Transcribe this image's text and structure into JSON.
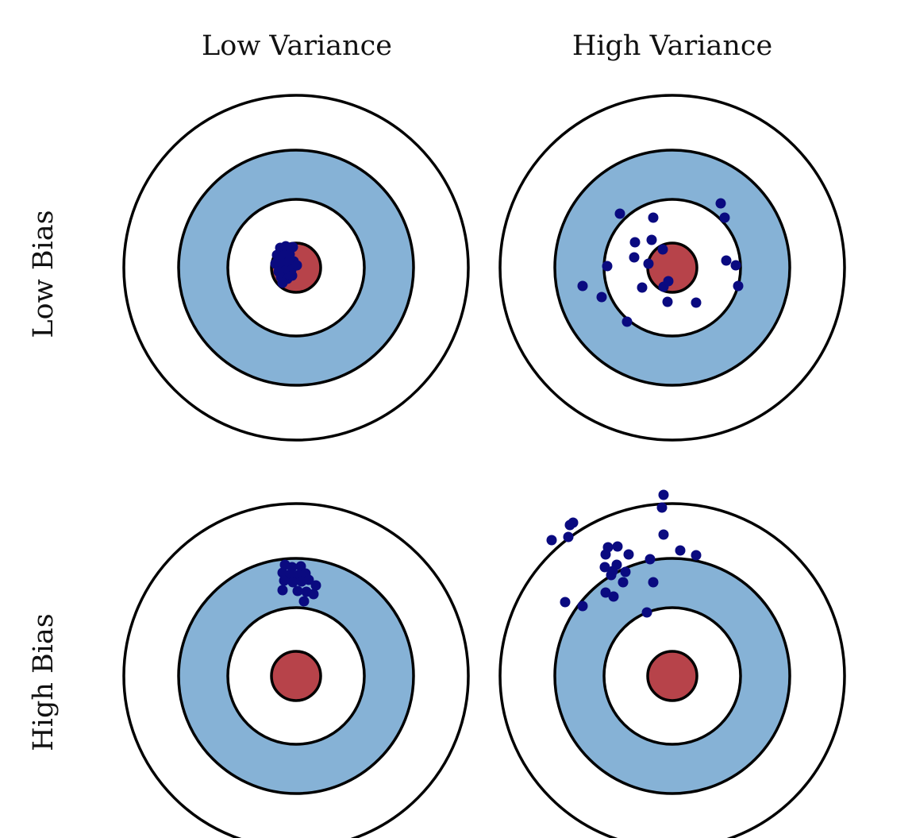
{
  "columns": {
    "low_variance": "Low Variance",
    "high_variance": "High Variance"
  },
  "rows": {
    "low_bias": "Low Bias",
    "high_bias": "High Bias"
  },
  "colors": {
    "ring_blue": "#86b2d6",
    "bullseye_red": "#b7434a",
    "dot_navy": "#0a0a80",
    "stroke": "#000000",
    "background": "#ffffff"
  },
  "panels": [
    {
      "id": "low-bias-low-variance",
      "shots": [
        [
          -20,
          -25
        ],
        [
          -13,
          -27
        ],
        [
          -4,
          -26
        ],
        [
          -24,
          -16
        ],
        [
          -16,
          -15
        ],
        [
          -8,
          -17
        ],
        [
          -26,
          -5
        ],
        [
          -18,
          -6
        ],
        [
          -10,
          -7
        ],
        [
          -3,
          -8
        ],
        [
          -22,
          5
        ],
        [
          -14,
          4
        ],
        [
          -6,
          3
        ],
        [
          1,
          -3
        ],
        [
          -19,
          12
        ],
        [
          -11,
          14
        ],
        [
          -5,
          10
        ],
        [
          -17,
          19
        ]
      ]
    },
    {
      "id": "low-bias-high-variance",
      "shots": [
        [
          -66,
          -68
        ],
        [
          -24,
          -63
        ],
        [
          -47,
          -32
        ],
        [
          -26,
          -35
        ],
        [
          -12,
          -23
        ],
        [
          -48,
          -13
        ],
        [
          -30,
          -5
        ],
        [
          -82,
          -2
        ],
        [
          -113,
          23
        ],
        [
          -89,
          37
        ],
        [
          -38,
          25
        ],
        [
          -11,
          24
        ],
        [
          -5,
          17
        ],
        [
          -6,
          43
        ],
        [
          -57,
          68
        ],
        [
          30,
          44
        ],
        [
          61,
          -81
        ],
        [
          66,
          -63
        ],
        [
          68,
          -9
        ],
        [
          80,
          -3
        ],
        [
          83,
          23
        ]
      ]
    },
    {
      "id": "high-bias-low-variance",
      "shots": [
        [
          -14,
          -140
        ],
        [
          -5,
          -137
        ],
        [
          6,
          -138
        ],
        [
          -17,
          -130
        ],
        [
          -7,
          -128
        ],
        [
          3,
          -127
        ],
        [
          12,
          -129
        ],
        [
          -15,
          -120
        ],
        [
          -4,
          -118
        ],
        [
          7,
          -119
        ],
        [
          16,
          -121
        ],
        [
          25,
          -114
        ],
        [
          -17,
          -108
        ],
        [
          2,
          -107
        ],
        [
          13,
          -106
        ],
        [
          22,
          -103
        ],
        [
          10,
          -94
        ]
      ]
    },
    {
      "id": "high-bias-high-variance",
      "shots": [
        [
          -11,
          -228
        ],
        [
          -13,
          -212
        ],
        [
          -125,
          -193
        ],
        [
          -129,
          -190
        ],
        [
          -131,
          -175
        ],
        [
          -152,
          -171
        ],
        [
          -11,
          -178
        ],
        [
          -81,
          -162
        ],
        [
          -69,
          -163
        ],
        [
          -84,
          -153
        ],
        [
          -55,
          -153
        ],
        [
          10,
          -158
        ],
        [
          30,
          -152
        ],
        [
          -85,
          -137
        ],
        [
          -75,
          -132
        ],
        [
          -28,
          -147
        ],
        [
          -70,
          -140
        ],
        [
          -77,
          -127
        ],
        [
          -59,
          -131
        ],
        [
          -62,
          -118
        ],
        [
          -24,
          -118
        ],
        [
          -84,
          -105
        ],
        [
          -74,
          -100
        ],
        [
          -135,
          -93
        ],
        [
          -113,
          -88
        ],
        [
          -32,
          -80
        ]
      ]
    }
  ]
}
